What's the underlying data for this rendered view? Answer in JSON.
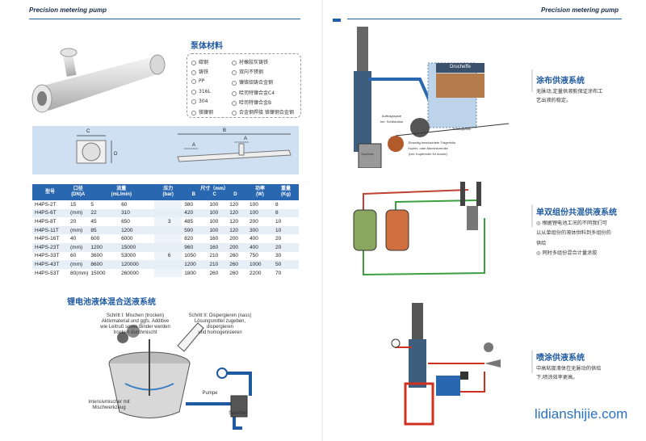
{
  "header": {
    "left": "Precision metering pump",
    "right": "Precision metering pump"
  },
  "materials": {
    "title": "泵体材料",
    "items": [
      "碳钢",
      "衬橡胶灰铸铁",
      "铸铁",
      "双向不锈钢",
      "PP",
      "镍铬钼铸合金钢",
      "316L",
      "哈司特镍合金C4",
      "304",
      "哈司特镍合金B",
      "铬镍钢",
      "合金钢焊接 铬镍钢合金钢"
    ]
  },
  "dimensions": {
    "c": "C",
    "d": "D",
    "b": "B",
    "a1": "A",
    "a2": "A"
  },
  "table": {
    "headers": [
      "型号",
      "口径\n(DN)A",
      "流量\n(mL/min)",
      "",
      "压力\n(bar)",
      "尺寸（mm）",
      "",
      "",
      "功率\n(W)",
      "重量\n(Kg)"
    ],
    "sub": [
      "B",
      "C",
      "D"
    ],
    "rows": [
      [
        "H4PS-2T",
        "15",
        "5",
        "60",
        "",
        "380",
        "100",
        "120",
        "100",
        "8"
      ],
      [
        "H4PS-6T",
        "(mm)",
        "22",
        "310",
        "",
        "420",
        "100",
        "120",
        "100",
        "8"
      ],
      [
        "H4PS-8T",
        "20",
        "45",
        "650",
        "3",
        "485",
        "100",
        "120",
        "200",
        "10"
      ],
      [
        "H4PS-11T",
        "(mm)",
        "85",
        "1200",
        "",
        "590",
        "100",
        "120",
        "300",
        "10"
      ],
      [
        "H4PS-16T",
        "40",
        "600",
        "6000",
        "",
        "820",
        "160",
        "200",
        "400",
        "20"
      ],
      [
        "H4PS-23T",
        "(mm)",
        "1200",
        "15000",
        "",
        "960",
        "160",
        "200",
        "400",
        "20"
      ],
      [
        "H4PS-33T",
        "60",
        "3600",
        "53000",
        "6",
        "1050",
        "210",
        "260",
        "750",
        "30"
      ],
      [
        "H4PS-43T",
        "(mm)",
        "8600",
        "120000",
        "",
        "1200",
        "210",
        "260",
        "1000",
        "50"
      ],
      [
        "H4PS-53T",
        "80(mm)",
        "15000",
        "260000",
        "",
        "1800",
        "260",
        "260",
        "2200",
        "70"
      ]
    ]
  },
  "mixing": {
    "title": "锂电池液体混合送液系统",
    "step1": "Schritt I: Mischen (trocken)\nAktivmaterial und ggfs. Additive\nwie Leitruß sowie Binder werden\ntrocken durchmischt",
    "step2": "Schritt II: Dispergieren (nass)\nLösungsmittel zugeben,\ndispergieren\nund homogenisieren",
    "pump": "Pumpe",
    "storage": "Speicher",
    "mixer": "Intensivmischer mit\nMischwerkzeug"
  },
  "coating": {
    "title": "涂布供液系统",
    "text": "无脉动,定量供液能保证涂布工\n艺出液的稳定。",
    "labels": {
      "drum": "Drucheffe",
      "l1": "Auftragssyste\nher: Schlitzdüse",
      "l2": "Auftragsrolle",
      "l3": "Einseitig beschichtete Trägerfolie",
      "l4": "Kupfer- oder Aluminiumrolle\n(bei: Kupferrolle für Anode)",
      "l5": "Speicher"
    }
  },
  "dual": {
    "title": "单双组份共混供液系统",
    "lines": [
      "◎ 根据锂电池工况的不同我们可",
      "以从单组份的液体供料到多组份的",
      "供给",
      "◎ 同时多组份混合计量涂胶"
    ]
  },
  "spray": {
    "title": "喷涂供液系统",
    "text": "中高粘度液体在无脉动的供给\n下,喷涂效率更高。"
  },
  "url": "lidianshijie.com",
  "colors": {
    "accent": "#1e5aa0",
    "tableHeader": "#2a67b1",
    "band": "#cfe0f3"
  }
}
